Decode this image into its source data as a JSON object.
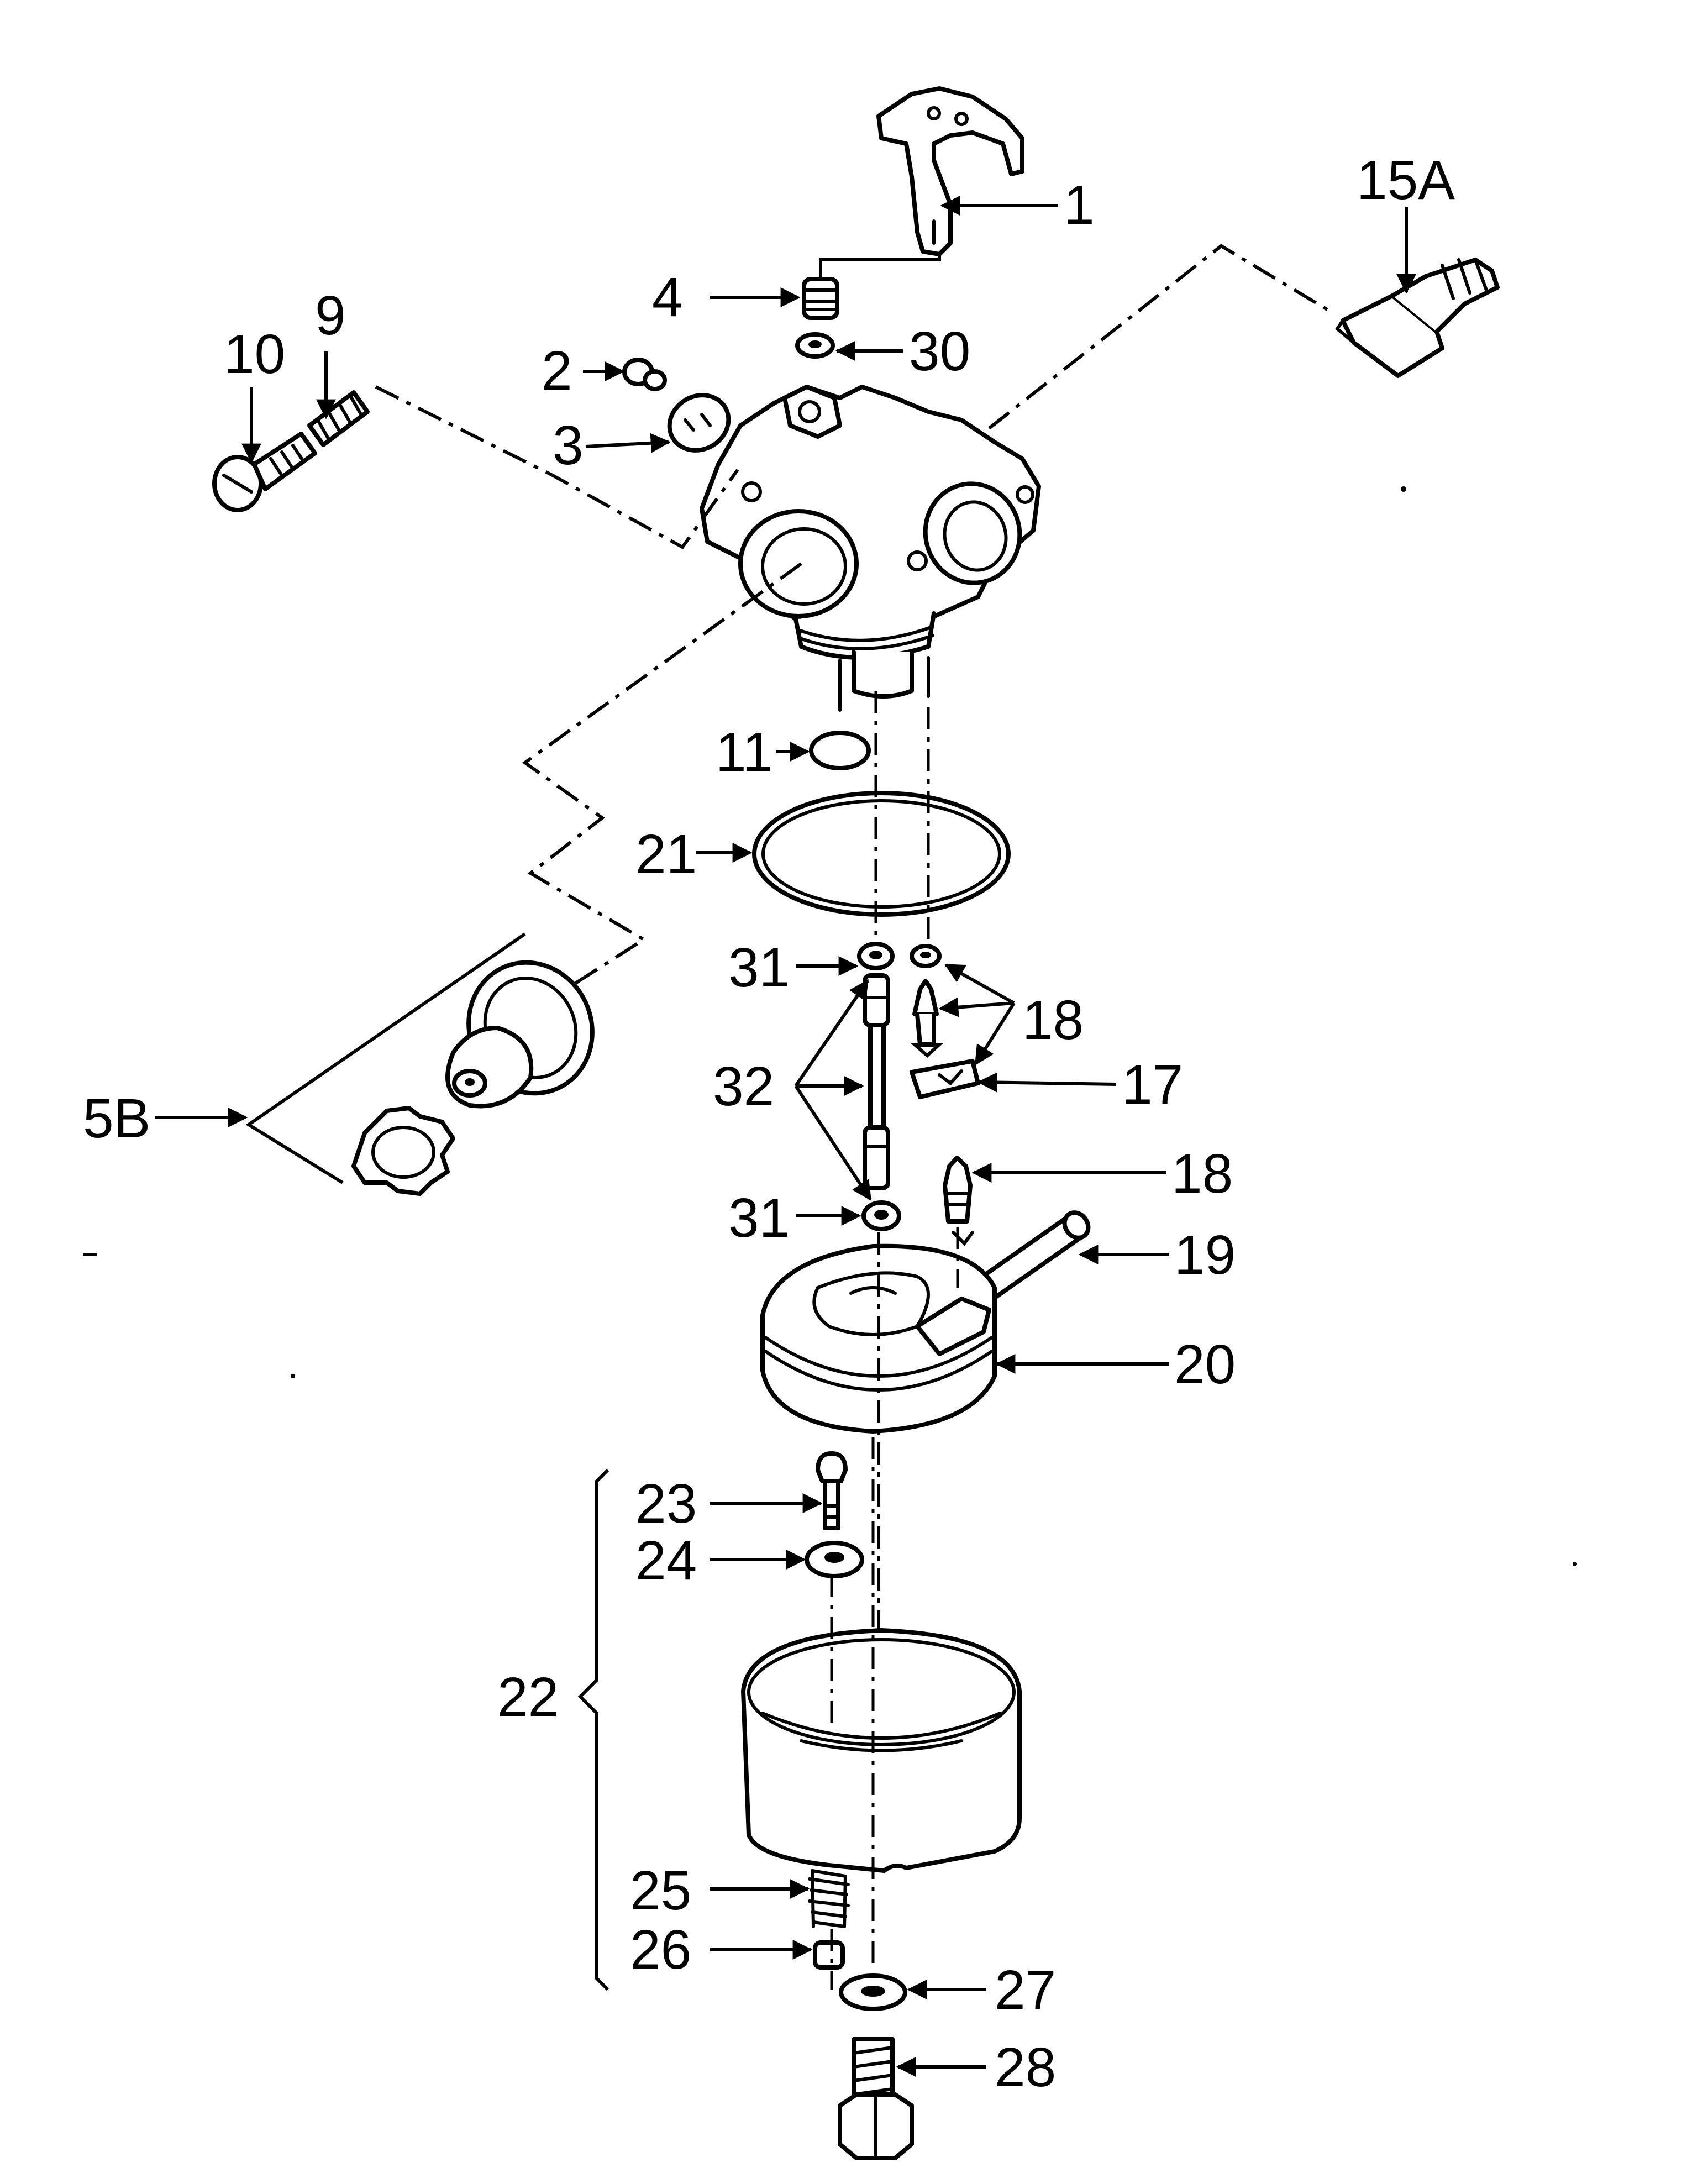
{
  "callouts": [
    {
      "id": "c1",
      "label": "1"
    },
    {
      "id": "c15a",
      "label": "15A"
    },
    {
      "id": "c4",
      "label": "4"
    },
    {
      "id": "c30",
      "label": "30"
    },
    {
      "id": "c10",
      "label": "10"
    },
    {
      "id": "c9",
      "label": "9"
    },
    {
      "id": "c2",
      "label": "2"
    },
    {
      "id": "c3",
      "label": "3"
    },
    {
      "id": "c11",
      "label": "11"
    },
    {
      "id": "c21",
      "label": "21"
    },
    {
      "id": "c31a",
      "label": "31"
    },
    {
      "id": "c18a",
      "label": "18"
    },
    {
      "id": "c32",
      "label": "32"
    },
    {
      "id": "c17",
      "label": "17"
    },
    {
      "id": "c5b",
      "label": "5B"
    },
    {
      "id": "c18b",
      "label": "18"
    },
    {
      "id": "c31b",
      "label": "31"
    },
    {
      "id": "c19",
      "label": "19"
    },
    {
      "id": "c20",
      "label": "20"
    },
    {
      "id": "c23",
      "label": "23"
    },
    {
      "id": "c24",
      "label": "24"
    },
    {
      "id": "c22",
      "label": "22"
    },
    {
      "id": "c25",
      "label": "25"
    },
    {
      "id": "c26",
      "label": "26"
    },
    {
      "id": "c27",
      "label": "27"
    },
    {
      "id": "c28",
      "label": "28"
    }
  ]
}
